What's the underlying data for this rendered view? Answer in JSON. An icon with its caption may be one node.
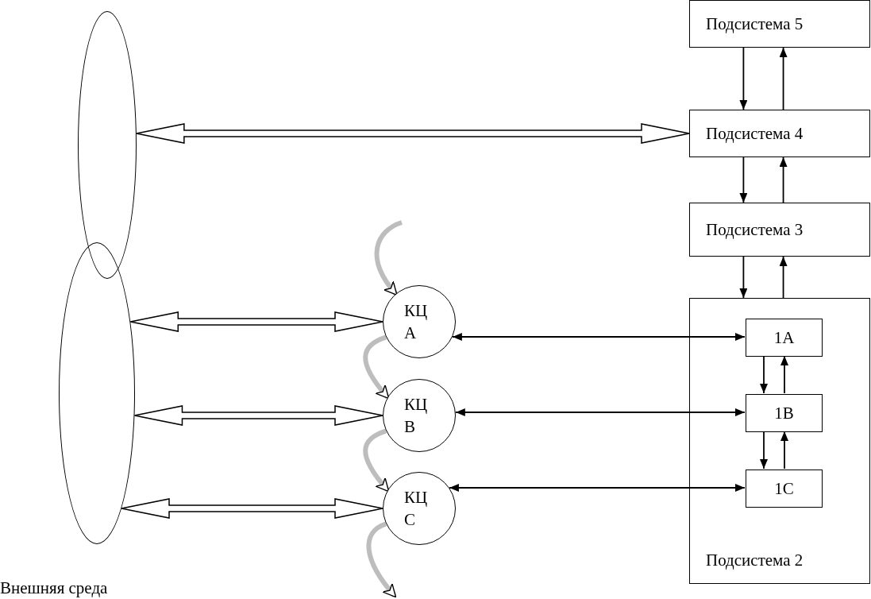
{
  "diagram": {
    "nodes": [
      {
        "text": [],
        "shape": "ellipse"
      },
      {
        "text": [],
        "shape": "ellipse"
      },
      {
        "text": [
          "Подсистема 5"
        ]
      },
      {
        "text": [
          "Подсистема 4"
        ]
      },
      {
        "text": [
          "Подсистема 3"
        ]
      },
      {
        "text": [
          "Подсистема 2"
        ]
      },
      {
        "text": [
          "1A"
        ],
        "in": 5
      },
      {
        "text": [
          "1B"
        ],
        "in": 5
      },
      {
        "text": [
          "1C"
        ],
        "in": 5
      },
      {
        "text": [
          "КЦ A"
        ]
      },
      {
        "text": [
          "КЦ B"
        ]
      },
      {
        "text": [
          "КЦ C"
        ]
      }
    ],
    "edges": [
      {
        "from": 0,
        "to": 3,
        "arrow": "both",
        "style": "thick"
      },
      {
        "from": 1,
        "to": 9,
        "arrow": "both",
        "style": "thick"
      },
      {
        "from": 1,
        "to": 10,
        "arrow": "both",
        "style": "thick"
      },
      {
        "from": 1,
        "to": 11,
        "arrow": "both",
        "style": "thick"
      },
      {
        "from": 9,
        "to": 6,
        "arrow": "both"
      },
      {
        "from": 10,
        "to": 7,
        "arrow": "both"
      },
      {
        "from": 11,
        "to": 8,
        "arrow": "both"
      },
      {
        "from": 2,
        "to": 3,
        "arrow": "to"
      },
      {
        "from": 3,
        "to": 2,
        "arrow": "to"
      },
      {
        "from": 3,
        "to": 4,
        "arrow": "to"
      },
      {
        "from": 4,
        "to": 3,
        "arrow": "to"
      },
      {
        "from": 4,
        "to": 5,
        "arrow": "to"
      },
      {
        "from": 5,
        "to": 4,
        "arrow": "to"
      },
      {
        "from": 6,
        "to": 7,
        "arrow": "to"
      },
      {
        "from": 7,
        "to": 6,
        "arrow": "to"
      },
      {
        "from": 7,
        "to": 8,
        "arrow": "to"
      },
      {
        "from": 8,
        "to": 7,
        "arrow": "to"
      },
      {
        "from": null,
        "to": 9,
        "arrow": "to",
        "style": "thick",
        "color": "#bdbdbd"
      },
      {
        "from": 9,
        "to": 10,
        "arrow": "to",
        "style": "thick",
        "color": "#bdbdbd"
      },
      {
        "from": 10,
        "to": 11,
        "arrow": "to",
        "style": "thick",
        "color": "#bdbdbd"
      },
      {
        "from": 11,
        "to": null,
        "arrow": "to",
        "style": "thick",
        "color": "#bdbdbd"
      }
    ],
    "labels": [
      "Внешняя среда"
    ]
  }
}
